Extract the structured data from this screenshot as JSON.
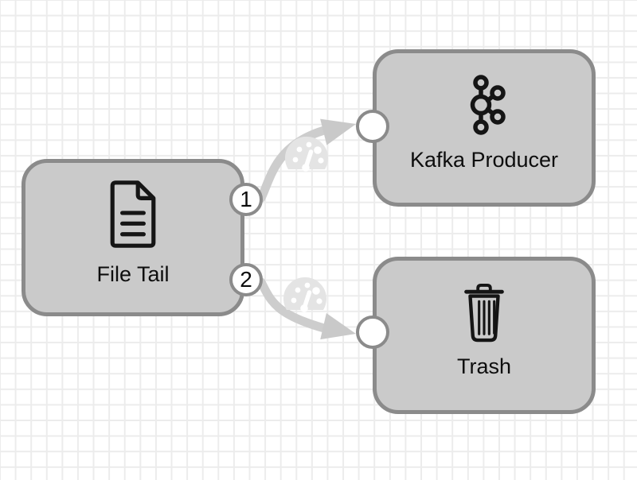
{
  "diagram": {
    "nodes": [
      {
        "label": "File Tail",
        "icon": "document-icon",
        "role": "origin",
        "output_ports": [
          {
            "label": "1"
          },
          {
            "label": "2"
          }
        ]
      },
      {
        "label": "Kafka Producer",
        "icon": "kafka-icon",
        "role": "destination"
      },
      {
        "label": "Trash",
        "icon": "trash-icon",
        "role": "destination"
      }
    ],
    "edges": [
      {
        "from": "File Tail",
        "from_port": "1",
        "to": "Kafka Producer",
        "badge": "metrics-gauge"
      },
      {
        "from": "File Tail",
        "from_port": "2",
        "to": "Trash",
        "badge": "metrics-gauge"
      }
    ],
    "colors": {
      "background": "#ffffff",
      "grid_line": "#ececec",
      "node_fill": "#cacaca",
      "node_border": "#8b8b8b",
      "node_label": "#0d0d0d",
      "port_fill": "#ffffff",
      "port_border": "#8b8b8b",
      "edge": "#cdcdcd",
      "arrow": "#c9c9c9",
      "gauge": "#e4e4e4",
      "icon": "#151515"
    }
  }
}
